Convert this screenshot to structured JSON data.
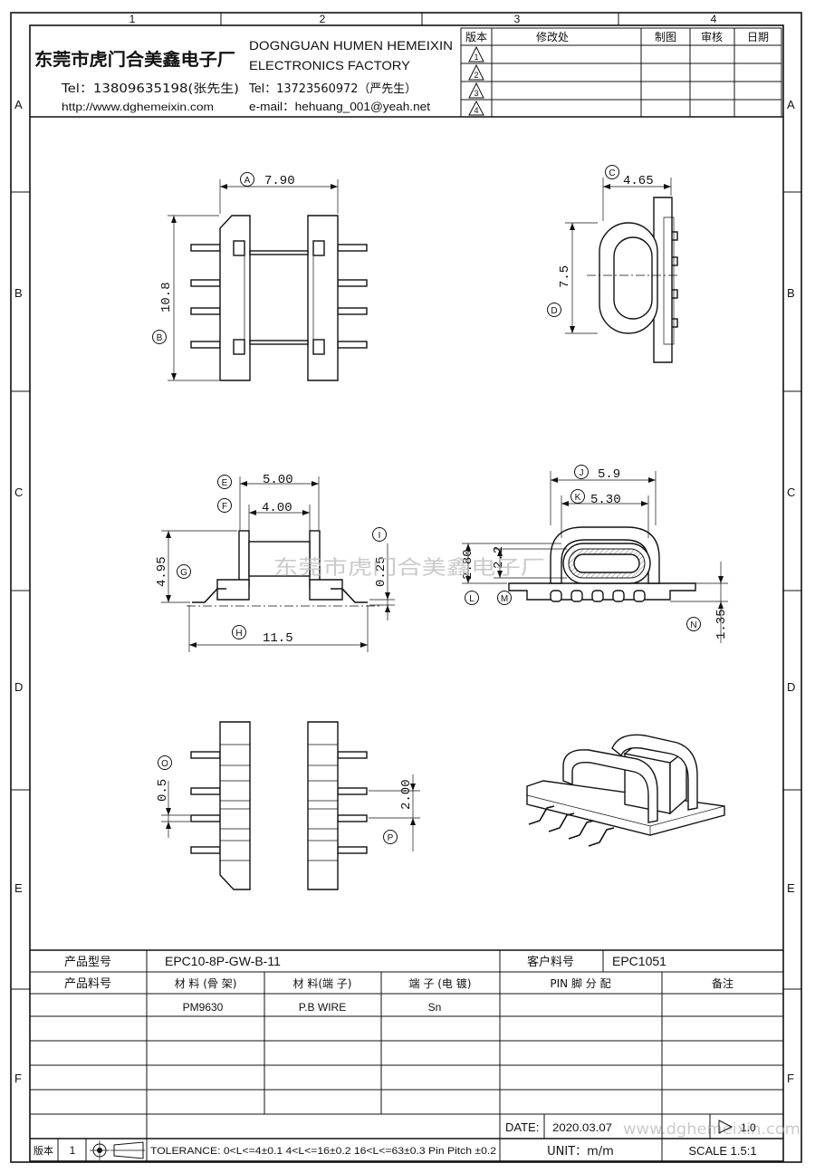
{
  "grid": {
    "columns": [
      "1",
      "2",
      "3",
      "4"
    ],
    "rows": [
      "A",
      "B",
      "C",
      "D",
      "E",
      "F"
    ]
  },
  "company": {
    "name_cn": "东莞市虎门合美鑫电子厂",
    "name_en_line1": "DOGNGUAN HUMEN HEMEIXIN",
    "name_en_line2": "ELECTRONICS FACTORY",
    "tel1": "Tel：13809635198(张先生)",
    "tel2": "Tel：13723560972（严先生）",
    "website": "http://www.dghemeixin.com",
    "email": "e-mail：hehuang_001@yeah.net"
  },
  "revision_table": {
    "headers": [
      "版本",
      "修改处",
      "制图",
      "审核",
      "日期"
    ],
    "revisions": [
      "1",
      "2",
      "3",
      "4"
    ]
  },
  "dimensions": [
    {
      "id": "A",
      "value": "7.90"
    },
    {
      "id": "B",
      "value": "10.8"
    },
    {
      "id": "C",
      "value": "4.65"
    },
    {
      "id": "D",
      "value": "7.5"
    },
    {
      "id": "E",
      "value": "5.00"
    },
    {
      "id": "F",
      "value": "4.00"
    },
    {
      "id": "G",
      "value": "4.95"
    },
    {
      "id": "H",
      "value": "11.5"
    },
    {
      "id": "I",
      "value": "0.25"
    },
    {
      "id": "J",
      "value": "5.9"
    },
    {
      "id": "K",
      "value": "5.30"
    },
    {
      "id": "L",
      "value": "2.80"
    },
    {
      "id": "M",
      "value": "2.2"
    },
    {
      "id": "N",
      "value": "1.35"
    },
    {
      "id": "O",
      "value": "0.5"
    },
    {
      "id": "P",
      "value": "2.00"
    }
  ],
  "watermark_text": "东莞市虎门合美鑫电子厂",
  "title_block": {
    "product_model_label": "产品型号",
    "product_model": "EPC10-8P-GW-B-11",
    "customer_code_label": "客户料号",
    "customer_code": "EPC1051",
    "product_code_label": "产品料号",
    "material_bobbin_label": "材 料 (骨 架)",
    "material_pin_label": "材 料(端 子)",
    "terminal_plating_label": "端 子 (电 镀)",
    "pin_assignment_label": "PIN 脚 分 配",
    "remarks_label": "备注",
    "material_bobbin": "PM9630",
    "material_pin": "P.B WIRE",
    "terminal_plating": "Sn",
    "date_label": "DATE:",
    "date_value": "2020.03.07",
    "version_value": "1.0",
    "unit": "UNIT：m/m",
    "scale": "SCALE  1.5:1",
    "version_label": "版本",
    "version_number": "1",
    "tolerance": "TOLERANCE:  0<L<=4±0.1  4<L<=16±0.2  16<L<=63±0.3  Pin Pitch  ±0.2",
    "footer_watermark": "www.dghemeixin.com"
  }
}
